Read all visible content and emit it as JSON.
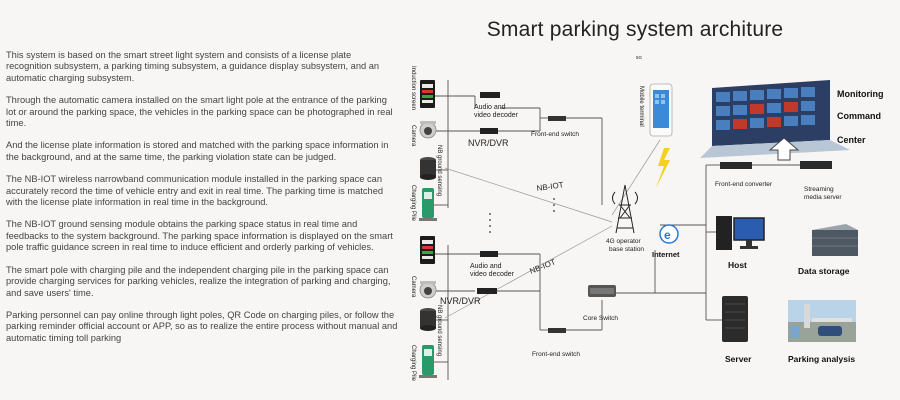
{
  "title": "Smart parking system architure",
  "tiny_label": "5G",
  "paragraphs": [
    "This system is based on the smart street light system and consists of a license plate recognition subsystem, a parking timing subsystem, a guidance display subsystem, and an automatic charging subsystem.",
    "Through the automatic camera installed on the smart light pole at the entrance of the parking lot or around the parking space, the vehicles in the parking space can be photographed in real time.",
    "And the license plate information is stored and matched with the parking space information in the background, and at the same time, the parking violation state can be judged.",
    "The NB-IOT wireless narrowband communication module installed in the parking space can accurately record the time of vehicle entry and exit in real time. The parking time is matched with the license plate information in real time in the background.",
    "The NB-IOT ground sensing module obtains the parking space status in real time and feedbacks to the system background. The parking space information is displayed on the smart pole traffic guidance screen in real time to induce efficient and orderly parking of vehicles.",
    "The smart pole with charging pile and the independent charging pile in the parking space can provide charging services for parking vehicles, realize the integration of parking and charging, and save users' time.",
    "Parking personnel can pay online through light poles, QR Code on charging piles, or follow the parking reminder official account or APP, so as to realize the entire process without manual and automatic timing toll parking"
  ],
  "labels": {
    "induction_screen": "Induction screen",
    "camera": "Camera",
    "nb_ground_sensing": "NB ground sensing",
    "charging_pile": "Charging Pile",
    "audio_decoder": "Audio and video decoder",
    "nvr_dvr": "NVR/DVR",
    "front_end_switch": "Front-end switch",
    "nb_iot": "NB-IOT",
    "mobile_terminal": "Mobile terminal",
    "base_station": "4G operator base station",
    "internet": "Internet",
    "core_switch": "Core Switch",
    "monitoring": "Monitoring",
    "command": "Command",
    "center": "Center",
    "front_end_converter": "Front-end converter",
    "streaming_server": "Streaming media server",
    "host": "Host",
    "data_storage": "Data storage",
    "server": "Server",
    "parking_analysis": "Parking analysis"
  }
}
